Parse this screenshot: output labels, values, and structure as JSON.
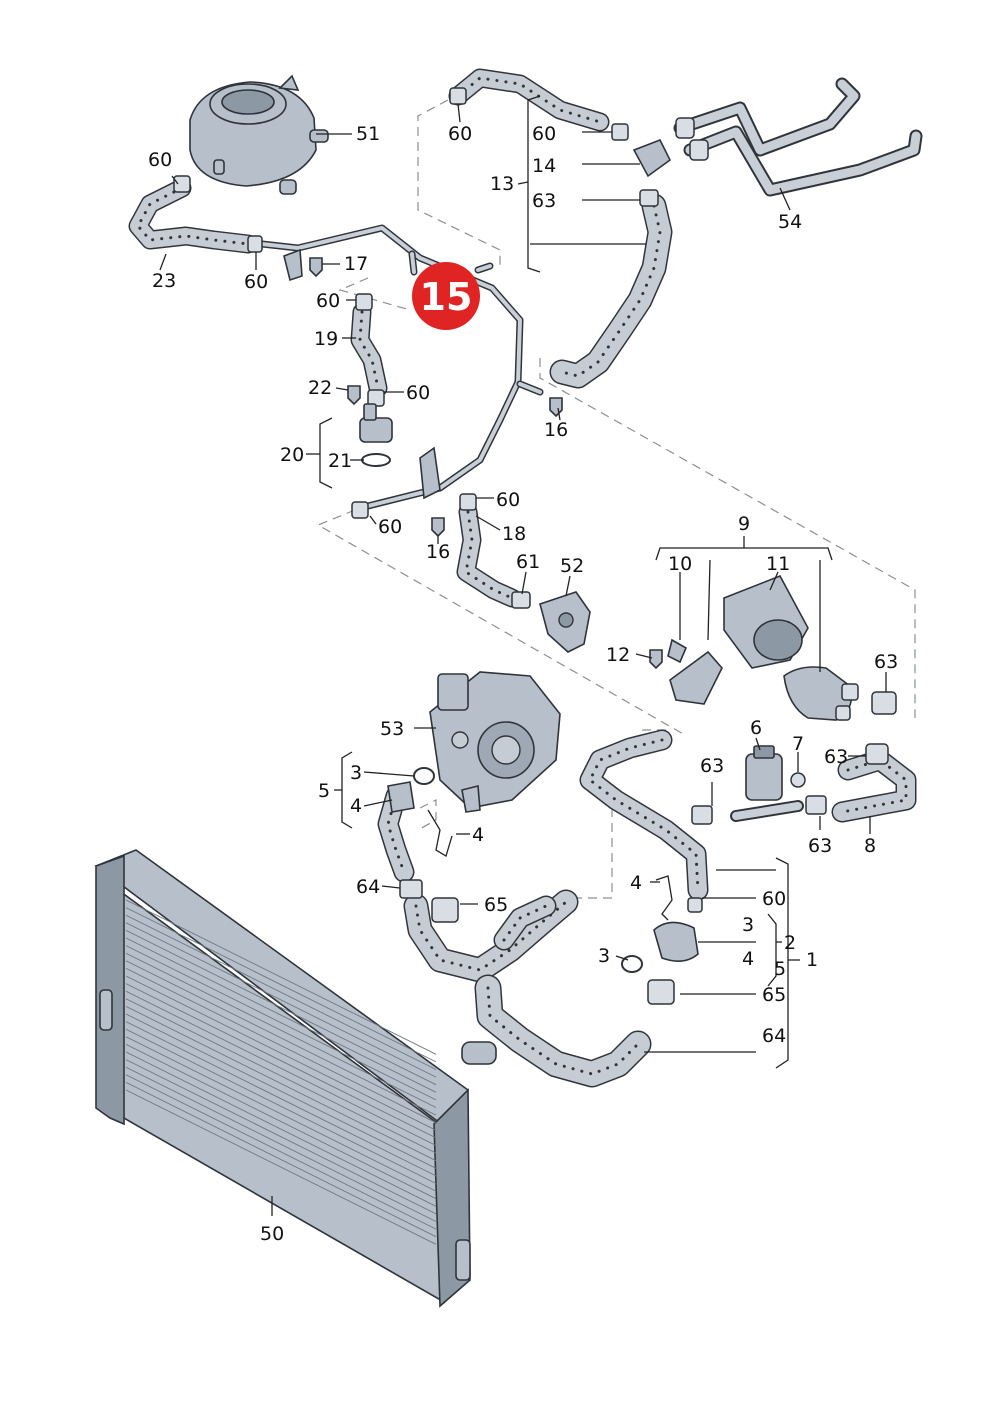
{
  "badge": {
    "text": "15",
    "color": "#e02424"
  },
  "colors": {
    "part_fill": "#b7c0ca",
    "outline": "#30353b",
    "hose_fill": "#c6ccd3",
    "leader": "#222222",
    "dashed": "#8a8f96"
  },
  "labels": {
    "p51": "51",
    "p60_tank": "60",
    "p23": "23",
    "p60_low": "60",
    "p17": "17",
    "p60_top": "60",
    "p60_a": "60",
    "p14": "14",
    "p13": "13",
    "p63_top": "63",
    "p54": "54",
    "p60_mid": "60",
    "p19": "19",
    "p22": "22",
    "p60_b": "60",
    "p16_a": "16",
    "p20": "20",
    "p21": "21",
    "p60_c": "60",
    "p60_d": "60",
    "p18": "18",
    "p16_b": "16",
    "p61": "61",
    "p52": "52",
    "p9": "9",
    "p10": "10",
    "p11": "11",
    "p12": "12",
    "p63_r": "63",
    "p53": "53",
    "p6": "6",
    "p7": "7",
    "p63_m": "63",
    "p63_r2": "63",
    "p3_a": "3",
    "p5_a": "5",
    "p4_a": "4",
    "p4_b": "4",
    "p63_b": "63",
    "p8": "8",
    "p64_a": "64",
    "p65_a": "65",
    "p4_c": "4",
    "p60_e": "60",
    "p3_b": "3",
    "p2": "2",
    "p4_d": "4",
    "p3_c": "3",
    "p5_b": "5",
    "p1": "1",
    "p65_b": "65",
    "p64_b": "64",
    "p50": "50"
  }
}
